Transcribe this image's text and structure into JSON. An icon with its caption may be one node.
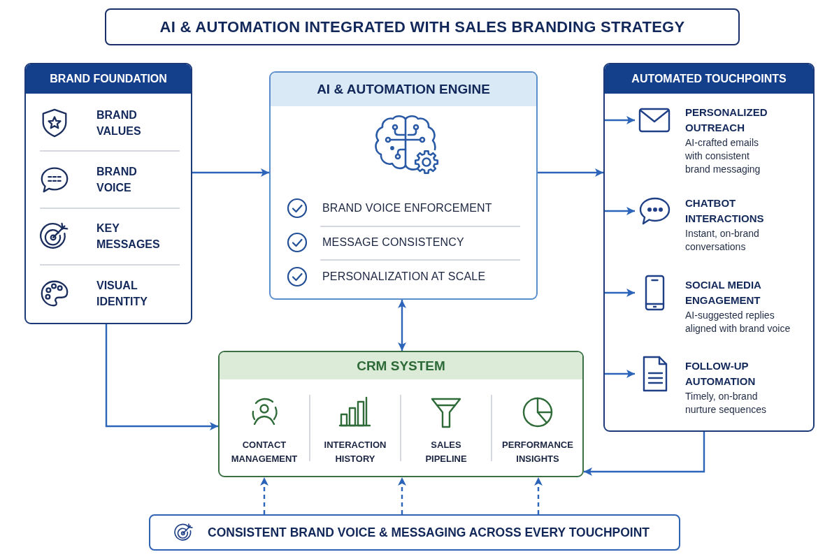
{
  "diagram": {
    "title": "AI & AUTOMATION INTEGRATED WITH SALES BRANDING STRATEGY",
    "nodes": [
      {
        "text": [
          "BRAND FOUNDATION"
        ]
      },
      {
        "text": [
          "BRAND VALUES"
        ],
        "in": 0
      },
      {
        "text": [
          "BRAND VOICE"
        ],
        "in": 0
      },
      {
        "text": [
          "KEY MESSAGES"
        ],
        "in": 0
      },
      {
        "text": [
          "VISUAL IDENTITY"
        ],
        "in": 0
      },
      {
        "text": [
          "AI & AUTOMATION ENGINE"
        ]
      },
      {
        "text": [
          "BRAND VOICE ENFORCEMENT"
        ],
        "in": 5
      },
      {
        "text": [
          "MESSAGE CONSISTENCY"
        ],
        "in": 5
      },
      {
        "text": [
          "PERSONALIZATION AT SCALE"
        ],
        "in": 5
      },
      {
        "text": [
          "AUTOMATED TOUCHPOINTS"
        ]
      },
      {
        "text": [
          "PERSONALIZED OUTREACH",
          "AI-crafted emails with consistent brand messaging"
        ],
        "in": 9
      },
      {
        "text": [
          "CHATBOT INTERACTIONS",
          "Instant, on-brand conversations"
        ],
        "in": 9
      },
      {
        "text": [
          "SOCIAL MEDIA ENGAGEMENT",
          "AI-suggested replies aligned with brand voice"
        ],
        "in": 9
      },
      {
        "text": [
          "FOLLOW-UP AUTOMATION",
          "Timely, on-brand nurture sequences"
        ],
        "in": 9
      },
      {
        "text": [
          "CRM SYSTEM"
        ]
      },
      {
        "text": [
          "CONTACT MANAGEMENT"
        ],
        "in": 14
      },
      {
        "text": [
          "INTERACTION HISTORY"
        ],
        "in": 14
      },
      {
        "text": [
          "SALES PIPELINE"
        ],
        "in": 14
      },
      {
        "text": [
          "PERFORMANCE INSIGHTS"
        ],
        "in": 14
      },
      {
        "text": [
          "CONSISTENT BRAND VOICE & MESSAGING ACROSS EVERY TOUCHPOINT"
        ]
      }
    ],
    "edges": [
      {
        "from": 0,
        "to": 5,
        "arrow": "to"
      },
      {
        "from": 5,
        "to": 9,
        "arrow": "to"
      },
      {
        "from": 5,
        "to": 14,
        "arrow": "both"
      },
      {
        "from": 0,
        "to": 14,
        "arrow": "to"
      },
      {
        "from": 9,
        "to": 14,
        "arrow": "to"
      },
      {
        "from": 9,
        "to": 10,
        "arrow": "to"
      },
      {
        "from": 9,
        "to": 11,
        "arrow": "to"
      },
      {
        "from": 9,
        "to": 12,
        "arrow": "to"
      },
      {
        "from": 9,
        "to": 13,
        "arrow": "to"
      },
      {
        "from": 19,
        "to": 14,
        "arrow": "to",
        "style": "dashed"
      },
      {
        "from": 19,
        "to": 14,
        "arrow": "to",
        "style": "dashed"
      },
      {
        "from": 19,
        "to": 14,
        "arrow": "to",
        "style": "dashed"
      }
    ]
  }
}
